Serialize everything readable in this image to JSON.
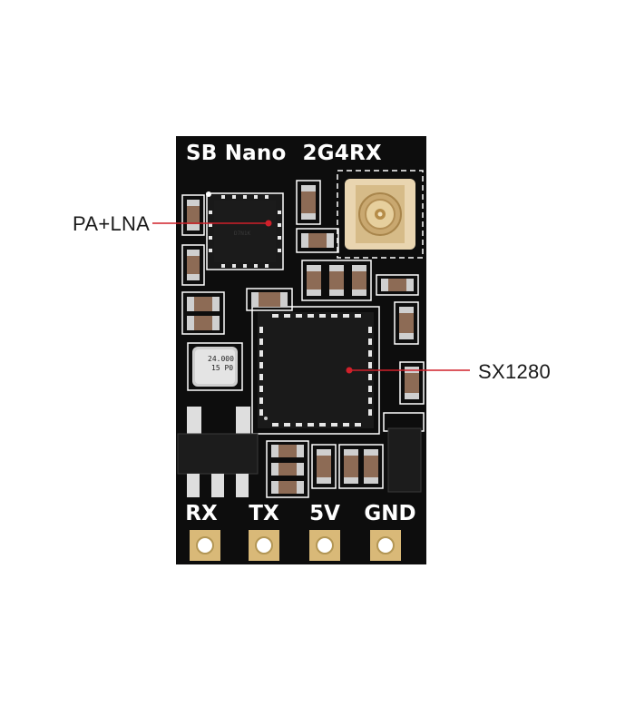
{
  "board": {
    "title_part1": "SB Nano",
    "title_part2": "2G4RX",
    "colors": {
      "pcb": "#0d0d0d",
      "silkscreen": "#ffffff",
      "pad_gold": "#d9b978",
      "callout_line": "#d0202a"
    }
  },
  "callouts": {
    "pa_lna": "PA+LNA",
    "sx1280": "SX1280"
  },
  "pins": {
    "rx": "RX",
    "tx": "TX",
    "v5": "5V",
    "gnd": "GND"
  },
  "crystal": {
    "line1": "24.000",
    "line2": "15 P0"
  },
  "chip_marking": "D7N1K"
}
